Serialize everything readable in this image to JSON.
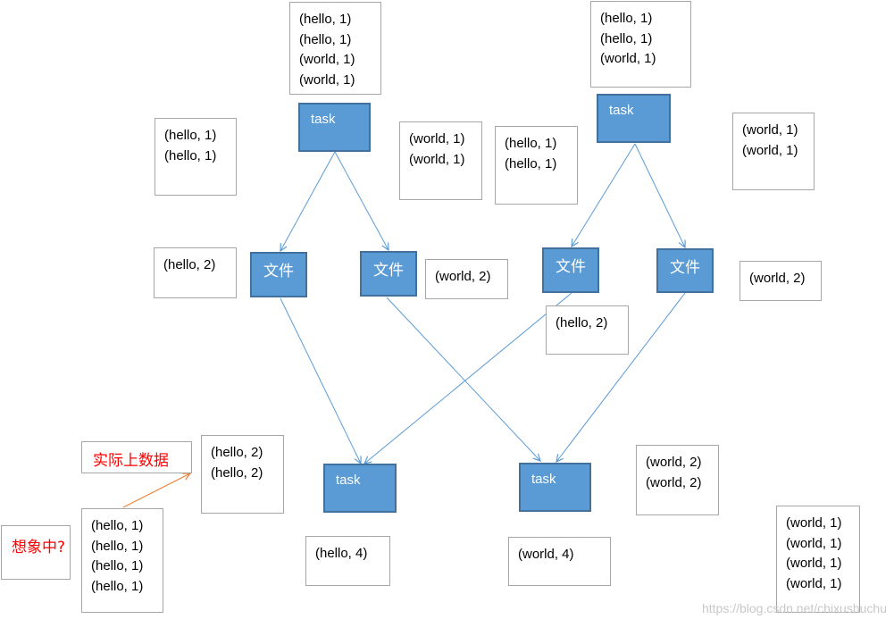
{
  "tasks": {
    "label": "task"
  },
  "files": {
    "label": "文件"
  },
  "boxes": {
    "top_left": [
      "(hello, 1)",
      "(hello, 1)",
      "(world, 1)",
      "(world, 1)"
    ],
    "top_right": [
      "(hello, 1)",
      "(hello, 1)",
      "(world, 1)"
    ],
    "hello11_a": [
      "(hello, 1)",
      "(hello, 1)"
    ],
    "world11_a": [
      "(world, 1)",
      "(world, 1)"
    ],
    "hello11_b": [
      "(hello, 1)",
      "(hello, 1)"
    ],
    "world11_b": [
      "(world, 1)",
      "(world, 1)"
    ],
    "hello2_a": [
      "(hello, 2)"
    ],
    "world2_a": [
      "(world, 2)"
    ],
    "hello2_b": [
      "(hello, 2)"
    ],
    "world2_b": [
      "(world, 2)"
    ],
    "hello22": [
      "(hello, 2)",
      "(hello, 2)"
    ],
    "world22": [
      "(world, 2)",
      "(world, 2)"
    ],
    "hello1111": [
      "(hello, 1)",
      "(hello, 1)",
      "(hello, 1)",
      "(hello, 1)"
    ],
    "world1111": [
      "(world, 1)",
      "(world, 1)",
      "(world, 1)",
      "(world, 1)"
    ],
    "hello4": [
      "(hello, 4)"
    ],
    "world4": [
      "(world, 4)"
    ]
  },
  "notes": {
    "actual": "实际上数据",
    "imagined": "想象中?"
  },
  "watermark": "https://blog.csdn.net/chixushuchu",
  "colors": {
    "node_fill": "#5b9bd5",
    "node_border": "#41719c",
    "arrow_blue": "#5b9bd5",
    "arrow_orange": "#ed7d31",
    "note_text": "#ff0000"
  }
}
